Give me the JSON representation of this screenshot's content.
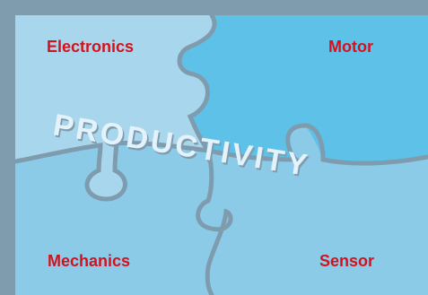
{
  "colors": {
    "frame": "#7f9cae",
    "piece_top_left": "#a8d6ec",
    "piece_top_right": "#5ec1e8",
    "piece_bottom_left": "#8ccbe8",
    "piece_bottom_right": "#8ccbe8",
    "seam": "#7f9cae",
    "label_red": "#d4121e",
    "word_fill": "#e4f3fb",
    "word_shadow": "#7f9cae"
  },
  "pieces": {
    "top_left": "Electronics",
    "top_right": "Motor",
    "bottom_left": "Mechanics",
    "bottom_right": "Sensor"
  },
  "center_word": "PRODUCTIVITY"
}
